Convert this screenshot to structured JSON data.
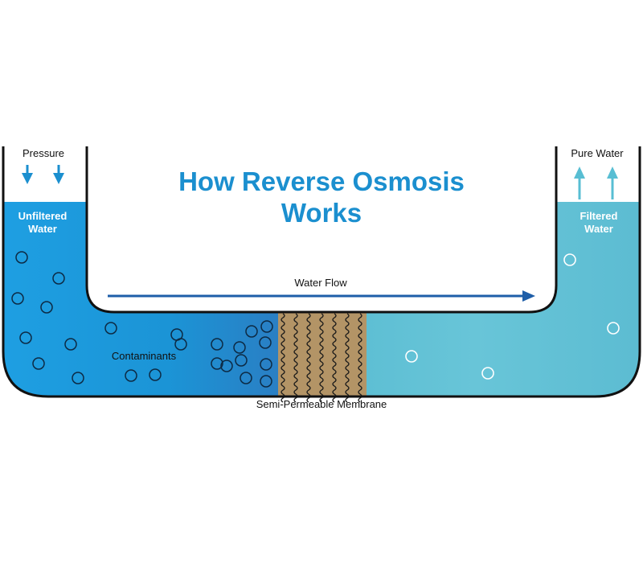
{
  "title": {
    "line1": "How Reverse Osmosis",
    "line2": "Works"
  },
  "labels": {
    "pressure": "Pressure",
    "pure_water": "Pure Water",
    "unfiltered_line1": "Unfiltered",
    "unfiltered_line2": "Water",
    "filtered_line1": "Filtered",
    "filtered_line2": "Water",
    "water_flow": "Water Flow",
    "contaminants": "Contaminants",
    "membrane": "Semi-Permeable Membrane"
  },
  "icons": {
    "pressure_arrows": "arrow-down-icon",
    "pure_water_arrows": "arrow-up-icon",
    "flow_arrow": "arrow-right-icon"
  },
  "colors": {
    "title": "#1b8fcf",
    "unfiltered_water": "#1d9be0",
    "filtered_water": "#62c1d5",
    "membrane": "#b39466",
    "flow_arrow": "#1e5ea8",
    "pressure_arrow": "#1b8fcf",
    "pure_water_arrow": "#58bed3",
    "outline": "#111111"
  }
}
